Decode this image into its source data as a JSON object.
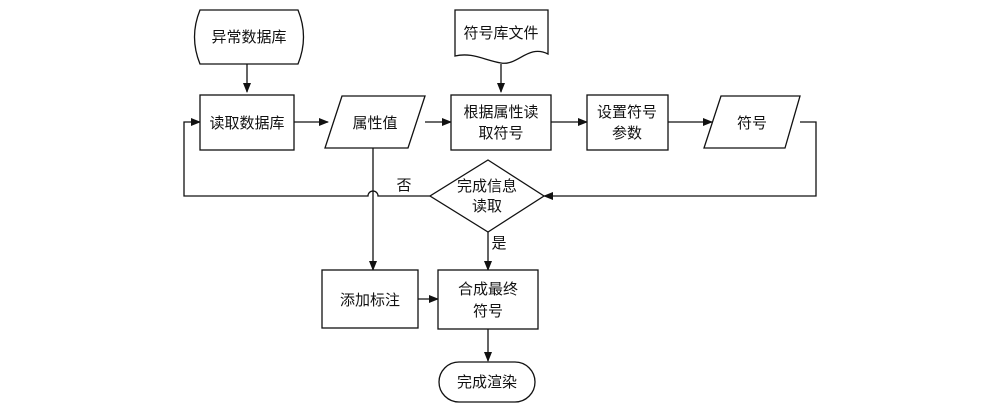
{
  "nodes": {
    "abnormal_db": "异常数据库",
    "symbol_lib": "符号库文件",
    "read_db": "读取数据库",
    "attr_value": "属性值",
    "read_by_attr": [
      "根据属性读",
      "取符号"
    ],
    "set_params": [
      "设置符号",
      "参数"
    ],
    "symbol": "符号",
    "done_read": [
      "完成信息",
      "读取"
    ],
    "add_label": "添加标注",
    "compose": [
      "合成最终",
      "符号"
    ],
    "render_done": "完成渲染"
  },
  "edge_labels": {
    "no": "否",
    "yes": "是"
  },
  "colors": {
    "stroke": "#111111",
    "fill": "#ffffff",
    "text": "#111111"
  }
}
